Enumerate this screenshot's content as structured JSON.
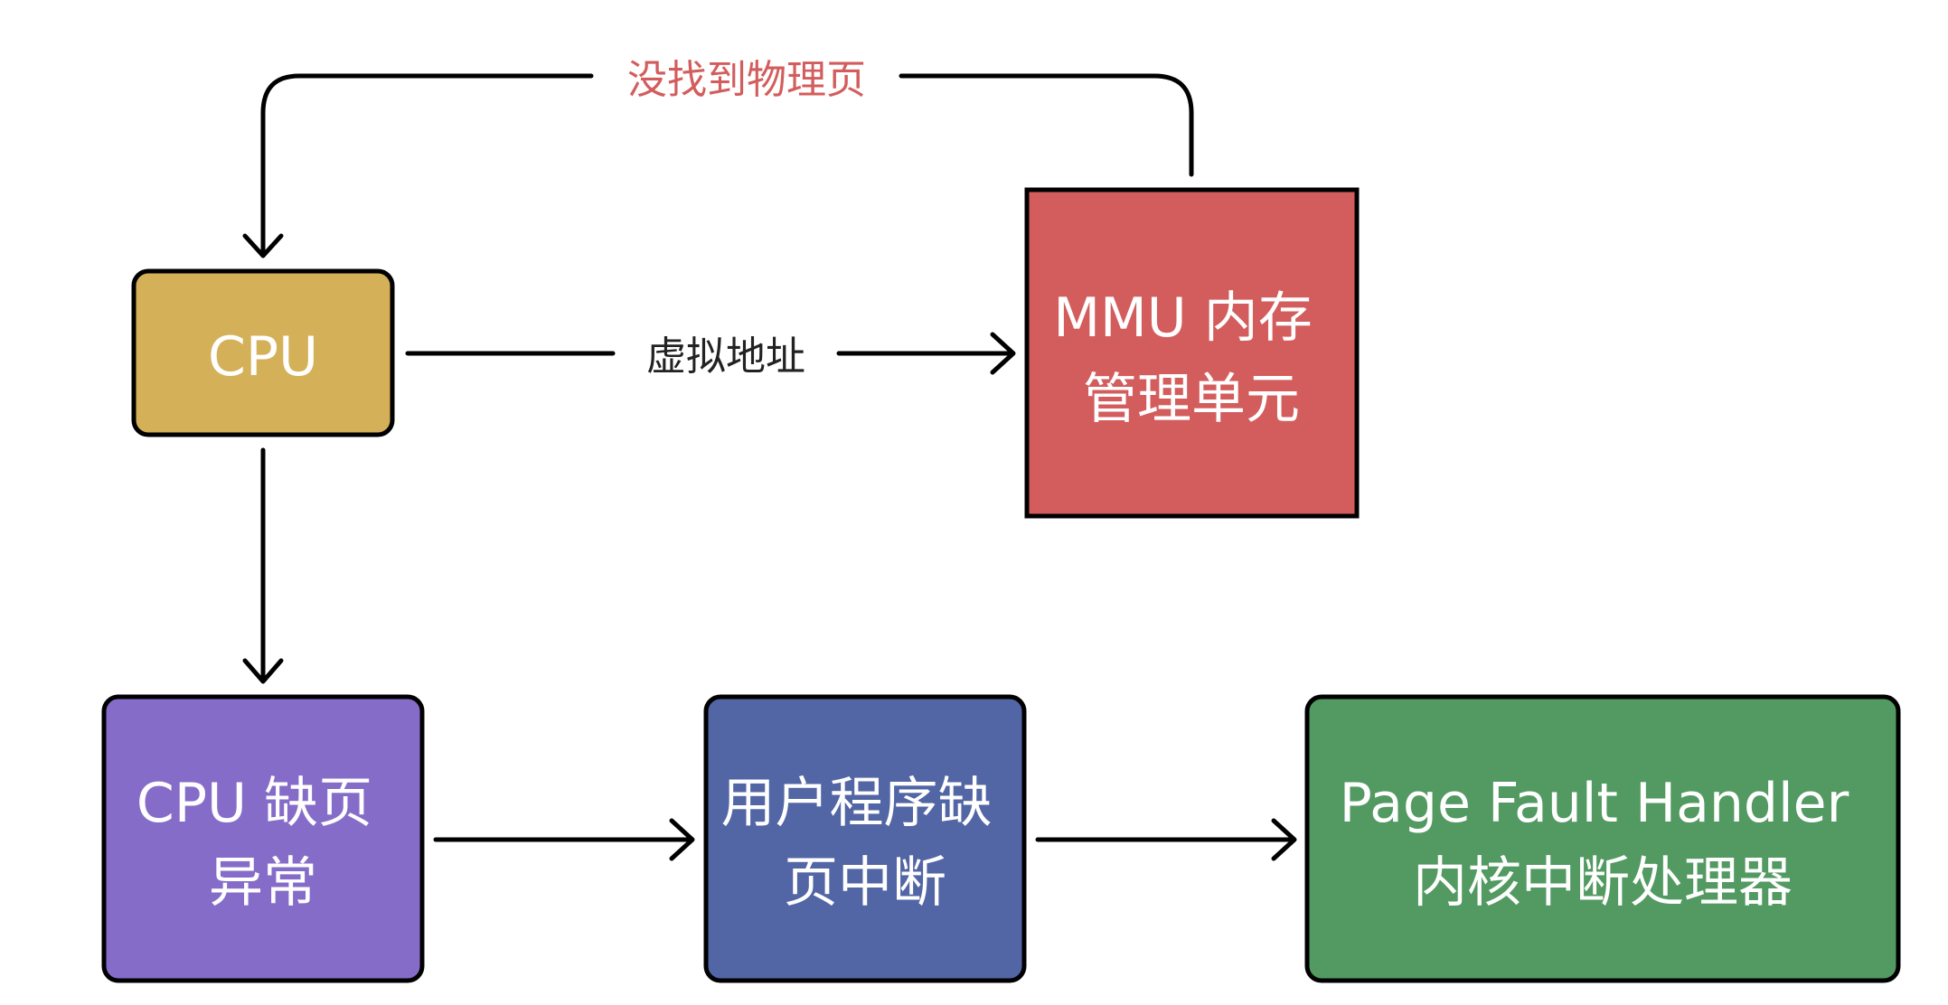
{
  "nodes": {
    "cpu": {
      "lines": [
        "CPU"
      ],
      "color": "#D4B159"
    },
    "mmu": {
      "lines": [
        "MMU 内存",
        "管理单元"
      ],
      "color": "#D35D5D"
    },
    "cpu_fault": {
      "lines": [
        "CPU 缺页",
        "异常"
      ],
      "color": "#866CC9"
    },
    "user_fault": {
      "lines": [
        "用户程序缺",
        "页中断"
      ],
      "color": "#5265A4"
    },
    "handler": {
      "lines": [
        "Page Fault Handler",
        "内核中断处理器"
      ],
      "color": "#529A61"
    }
  },
  "edges": {
    "virtual_address": {
      "label": "虚拟地址",
      "color": "#222222"
    },
    "page_not_found": {
      "label": "没找到物理页",
      "color": "#D35D5D"
    }
  }
}
